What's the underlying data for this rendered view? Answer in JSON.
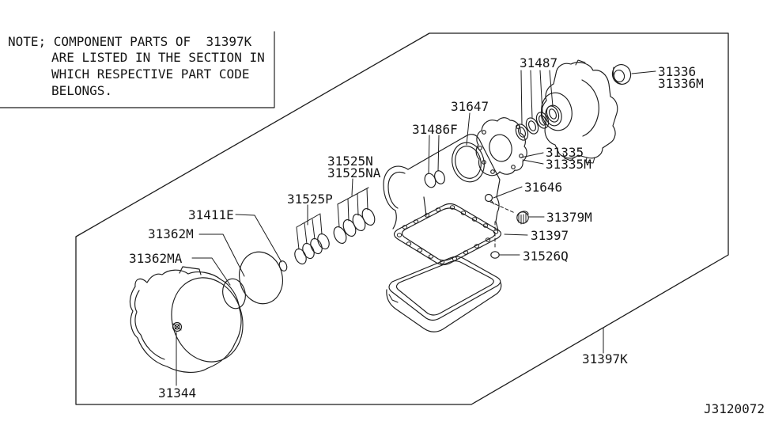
{
  "note": {
    "line1": "NOTE; COMPONENT PARTS OF  31397K",
    "line2": "ARE LISTED IN THE SECTION IN",
    "line3": "WHICH RESPECTIVE PART CODE",
    "line4": "BELONGS."
  },
  "footer": {
    "diagram_code": "J3120072"
  },
  "labels": {
    "31487": "31487",
    "31336": "31336",
    "31336M": "31336M",
    "31647": "31647",
    "31486F": "31486F",
    "31525N": "31525N",
    "31525NA": "31525NA",
    "31335": "31335",
    "31335M": "31335M",
    "31646": "31646",
    "31525P": "31525P",
    "31411E": "31411E",
    "31379M": "31379M",
    "31362M": "31362M",
    "31397": "31397",
    "31362MA": "31362MA",
    "31526Q": "31526Q",
    "31344": "31344",
    "31397K": "31397K"
  },
  "colors": {
    "line": "#1c1c1c",
    "background": "#ffffff"
  }
}
